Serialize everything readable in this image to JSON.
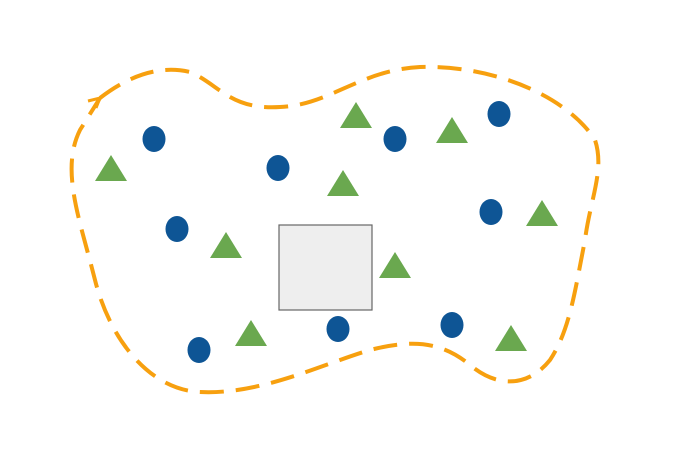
{
  "colors": {
    "boundary": "#f7a00f",
    "circle": "#0e5595",
    "triangle": "#6aa84f",
    "box_fill": "#eeeeee",
    "box_stroke": "#666666"
  },
  "shapes": {
    "circles": 9,
    "triangles": 9,
    "boxes": 1
  }
}
